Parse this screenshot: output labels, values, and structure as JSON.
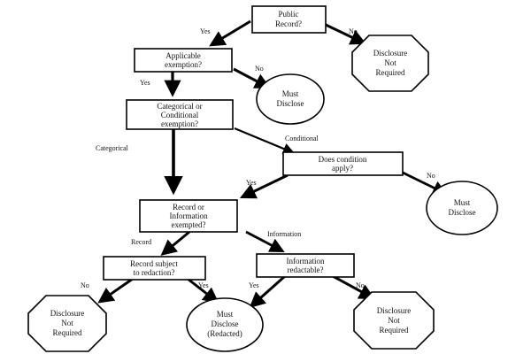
{
  "nodes": {
    "public_record": [
      "Public",
      "Record?"
    ],
    "disclosure_not_required_top": [
      "Disclosure",
      "Not",
      "Required"
    ],
    "applicable_exemption": [
      "Applicable",
      "exemption?"
    ],
    "must_disclose_1": [
      "Must",
      "Disclose"
    ],
    "categorical_or_conditional": [
      "Categorical or",
      "Conditional",
      "exemption?"
    ],
    "does_condition_apply": [
      "Does condition",
      "apply?"
    ],
    "must_disclose_2": [
      "Must",
      "Disclose"
    ],
    "record_or_information": [
      "Record or",
      "Information",
      "exempted?"
    ],
    "record_subject_to_redaction": [
      "Record subject",
      "to redaction?"
    ],
    "information_redactable": [
      "Information",
      "redactable?"
    ],
    "disclosure_not_required_left": [
      "Disclosure",
      "Not",
      "Required"
    ],
    "must_disclose_redacted": [
      "Must",
      "Disclose",
      "(Redacted)"
    ],
    "disclosure_not_required_right": [
      "Disclosure",
      "Not",
      "Required"
    ]
  },
  "edges": {
    "public_yes": "Yes",
    "public_no": "No",
    "applicable_yes": "Yes",
    "applicable_no": "No",
    "categorical": "Categorical",
    "conditional": "Conditional",
    "condition_yes": "Yes",
    "condition_no": "No",
    "record": "Record",
    "information": "Information",
    "redaction_no": "No",
    "redaction_yes": "Yes",
    "redactable_yes": "Yes",
    "redactable_no": "No"
  }
}
